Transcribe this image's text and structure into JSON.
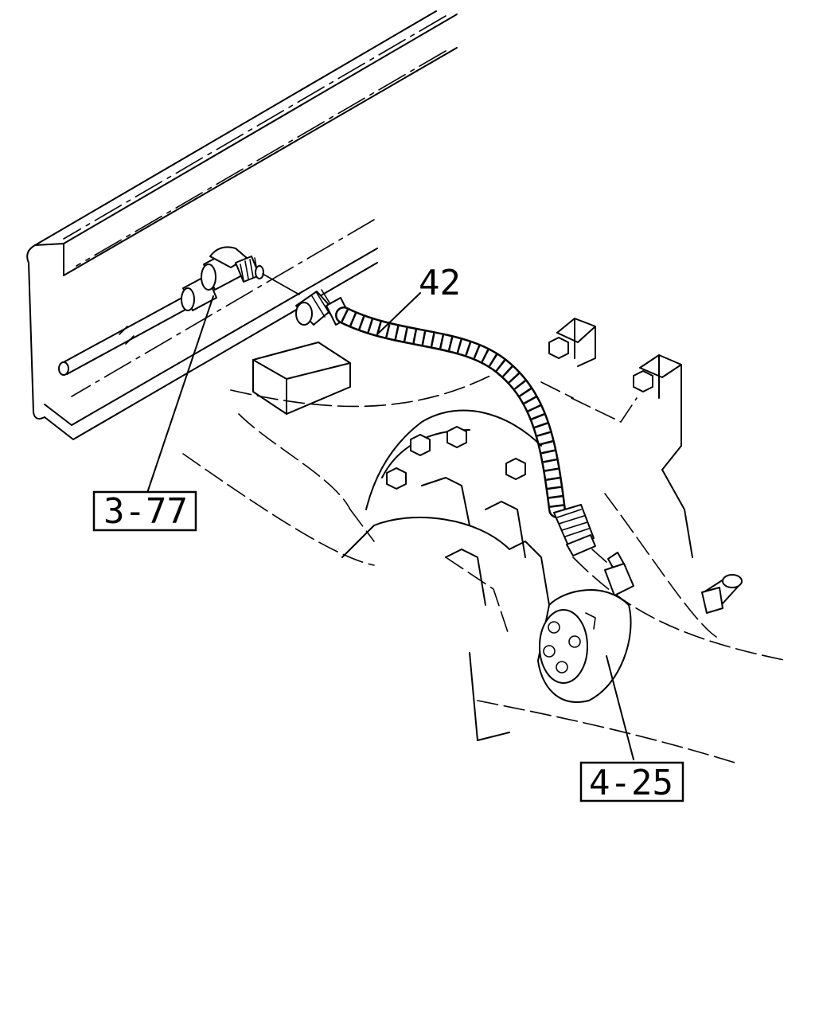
{
  "callouts": {
    "part_42": "42",
    "ref_3_77": "3-77",
    "ref_4_25": "4-25"
  },
  "colors": {
    "line": "#000000",
    "background": "#ffffff"
  }
}
